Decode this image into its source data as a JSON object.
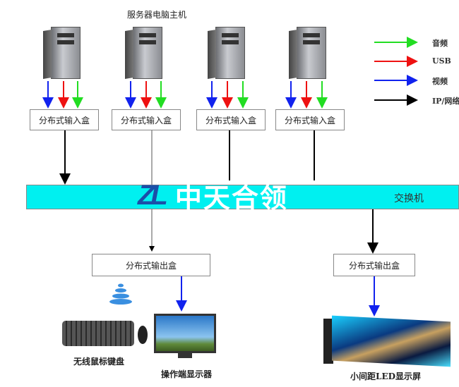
{
  "title": "服务器电脑主机",
  "legend": [
    {
      "label": "音频",
      "color": "#22dd22"
    },
    {
      "label": "USB",
      "color": "#ee1111"
    },
    {
      "label": "视频",
      "color": "#1122ee"
    },
    {
      "label": "IP/网络",
      "color": "#000000"
    }
  ],
  "input_box_label": "分布式输入盒",
  "output_box_label": "分布式输出盒",
  "switch_label": "交换机",
  "bus_color": "#00f0f0",
  "watermark": "中天合领",
  "devices": {
    "keyboard": "无线鼠标键盘",
    "monitor": "操作端显示器",
    "led": "小间距LED显示屏"
  }
}
